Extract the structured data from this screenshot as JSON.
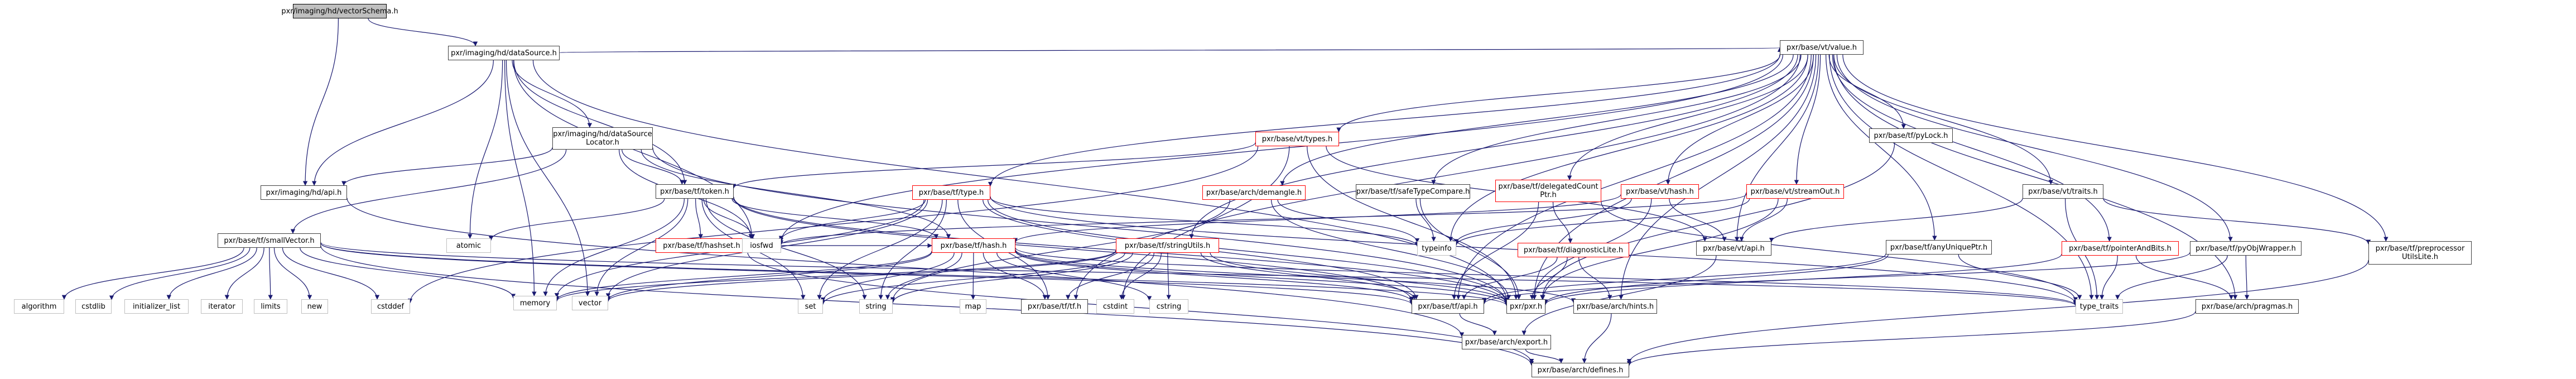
{
  "graph": {
    "title": "pxr/imaging/hd/vectorSchema.h",
    "edge_color": "#191970",
    "node_styles": {
      "root": "#bfbfbf",
      "normal": "#404040",
      "incomplete": "#ff0000",
      "system": "#bfbfbf"
    },
    "nodes": [
      {
        "id": "vectorSchema",
        "label": "pxr/imaging/hd/vectorSchema.h",
        "kind": "root"
      },
      {
        "id": "dataSource",
        "label": "pxr/imaging/hd/dataSource.h",
        "kind": "normal"
      },
      {
        "id": "hdApi",
        "label": "pxr/imaging/hd/api.h",
        "kind": "normal"
      },
      {
        "id": "dsLocator",
        "label": "pxr/imaging/hd/dataSource\nLocator.h",
        "kind": "normal"
      },
      {
        "id": "smallVector",
        "label": "pxr/base/tf/smallVector.h",
        "kind": "normal"
      },
      {
        "id": "token",
        "label": "pxr/base/tf/token.h",
        "kind": "normal"
      },
      {
        "id": "vtValue",
        "label": "pxr/base/vt/value.h",
        "kind": "normal"
      },
      {
        "id": "vtTypes",
        "label": "pxr/base/vt/types.h",
        "kind": "incomplete"
      },
      {
        "id": "tfType",
        "label": "pxr/base/tf/type.h",
        "kind": "incomplete"
      },
      {
        "id": "demangle",
        "label": "pxr/base/arch/demangle.h",
        "kind": "incomplete"
      },
      {
        "id": "safeTypeCompare",
        "label": "pxr/base/tf/safeTypeCompare.h",
        "kind": "normal"
      },
      {
        "id": "delegatedCountPtr",
        "label": "pxr/base/tf/delegatedCount\nPtr.h",
        "kind": "incomplete"
      },
      {
        "id": "vtHash",
        "label": "pxr/base/vt/hash.h",
        "kind": "incomplete"
      },
      {
        "id": "streamOut",
        "label": "pxr/base/vt/streamOut.h",
        "kind": "incomplete"
      },
      {
        "id": "pyLock",
        "label": "pxr/base/tf/pyLock.h",
        "kind": "normal"
      },
      {
        "id": "vtTraits",
        "label": "pxr/base/vt/traits.h",
        "kind": "normal"
      },
      {
        "id": "preprocessorUtilsLite",
        "label": "pxr/base/tf/preprocessor\nUtilsLite.h",
        "kind": "normal"
      },
      {
        "id": "hashset",
        "label": "pxr/base/tf/hashset.h",
        "kind": "incomplete"
      },
      {
        "id": "tfHash",
        "label": "pxr/base/tf/hash.h",
        "kind": "incomplete"
      },
      {
        "id": "stringUtils",
        "label": "pxr/base/tf/stringUtils.h",
        "kind": "incomplete"
      },
      {
        "id": "diagnosticLite",
        "label": "pxr/base/tf/diagnosticLite.h",
        "kind": "incomplete"
      },
      {
        "id": "vtApi",
        "label": "pxr/base/vt/api.h",
        "kind": "normal"
      },
      {
        "id": "anyUniquePtr",
        "label": "pxr/base/tf/anyUniquePtr.h",
        "kind": "normal"
      },
      {
        "id": "pointerAndBits",
        "label": "pxr/base/tf/pointerAndBits.h",
        "kind": "incomplete"
      },
      {
        "id": "pyObjWrapper",
        "label": "pxr/base/tf/pyObjWrapper.h",
        "kind": "normal"
      },
      {
        "id": "atomic",
        "label": "atomic",
        "kind": "system"
      },
      {
        "id": "iosfwd",
        "label": "iosfwd",
        "kind": "system"
      },
      {
        "id": "typeinfo",
        "label": "typeinfo",
        "kind": "system"
      },
      {
        "id": "algorithm",
        "label": "algorithm",
        "kind": "system"
      },
      {
        "id": "cstdlib",
        "label": "cstdlib",
        "kind": "system"
      },
      {
        "id": "initializer_list",
        "label": "initializer_list",
        "kind": "system"
      },
      {
        "id": "iterator",
        "label": "iterator",
        "kind": "system"
      },
      {
        "id": "limits",
        "label": "limits",
        "kind": "system"
      },
      {
        "id": "new",
        "label": "new",
        "kind": "system"
      },
      {
        "id": "cstddef",
        "label": "cstddef",
        "kind": "system"
      },
      {
        "id": "memory",
        "label": "memory",
        "kind": "system"
      },
      {
        "id": "vector",
        "label": "vector",
        "kind": "system"
      },
      {
        "id": "set",
        "label": "set",
        "kind": "system"
      },
      {
        "id": "string",
        "label": "string",
        "kind": "system"
      },
      {
        "id": "map",
        "label": "map",
        "kind": "system"
      },
      {
        "id": "tfTf",
        "label": "pxr/base/tf/tf.h",
        "kind": "normal"
      },
      {
        "id": "cstdint",
        "label": "cstdint",
        "kind": "system"
      },
      {
        "id": "cstring",
        "label": "cstring",
        "kind": "system"
      },
      {
        "id": "tfApi",
        "label": "pxr/base/tf/api.h",
        "kind": "normal"
      },
      {
        "id": "pxrH",
        "label": "pxr/pxr.h",
        "kind": "normal"
      },
      {
        "id": "hints",
        "label": "pxr/base/arch/hints.h",
        "kind": "normal"
      },
      {
        "id": "type_traits",
        "label": "type_traits",
        "kind": "system"
      },
      {
        "id": "pragmas",
        "label": "pxr/base/arch/pragmas.h",
        "kind": "normal"
      },
      {
        "id": "exportH",
        "label": "pxr/base/arch/export.h",
        "kind": "normal"
      },
      {
        "id": "defines",
        "label": "pxr/base/arch/defines.h",
        "kind": "normal"
      }
    ],
    "edges": [
      [
        "vectorSchema",
        "dataSource"
      ],
      [
        "vectorSchema",
        "hdApi"
      ],
      [
        "dataSource",
        "hdApi"
      ],
      [
        "dataSource",
        "dsLocator"
      ],
      [
        "dataSource",
        "token"
      ],
      [
        "dataSource",
        "vtValue"
      ],
      [
        "dataSource",
        "atomic"
      ],
      [
        "dataSource",
        "memory"
      ],
      [
        "dataSource",
        "vector"
      ],
      [
        "dataSource",
        "iosfwd"
      ],
      [
        "dataSource",
        "pxrH"
      ],
      [
        "hdApi",
        "exportH"
      ],
      [
        "dsLocator",
        "hdApi"
      ],
      [
        "dsLocator",
        "smallVector"
      ],
      [
        "dsLocator",
        "token"
      ],
      [
        "dsLocator",
        "tfHash"
      ],
      [
        "dsLocator",
        "iosfwd"
      ],
      [
        "dsLocator",
        "pxrH"
      ],
      [
        "smallVector",
        "algorithm"
      ],
      [
        "smallVector",
        "cstdlib"
      ],
      [
        "smallVector",
        "initializer_list"
      ],
      [
        "smallVector",
        "iterator"
      ],
      [
        "smallVector",
        "limits"
      ],
      [
        "smallVector",
        "new"
      ],
      [
        "smallVector",
        "cstddef"
      ],
      [
        "smallVector",
        "memory"
      ],
      [
        "smallVector",
        "type_traits"
      ],
      [
        "smallVector",
        "pxrH"
      ],
      [
        "smallVector",
        "tfApi"
      ],
      [
        "smallVector",
        "defines"
      ],
      [
        "token",
        "atomic"
      ],
      [
        "token",
        "hashset"
      ],
      [
        "token",
        "iosfwd"
      ],
      [
        "token",
        "tfHash"
      ],
      [
        "token",
        "string"
      ],
      [
        "token",
        "vector"
      ],
      [
        "token",
        "set"
      ],
      [
        "token",
        "pxrH"
      ],
      [
        "token",
        "tfApi"
      ],
      [
        "token",
        "memory"
      ],
      [
        "vtValue",
        "vtTypes"
      ],
      [
        "vtValue",
        "tfType"
      ],
      [
        "vtValue",
        "demangle"
      ],
      [
        "vtValue",
        "safeTypeCompare"
      ],
      [
        "vtValue",
        "delegatedCountPtr"
      ],
      [
        "vtValue",
        "vtHash"
      ],
      [
        "vtValue",
        "streamOut"
      ],
      [
        "vtValue",
        "pyLock"
      ],
      [
        "vtValue",
        "vtTraits"
      ],
      [
        "vtValue",
        "preprocessorUtilsLite"
      ],
      [
        "vtValue",
        "stringUtils"
      ],
      [
        "vtValue",
        "anyUniquePtr"
      ],
      [
        "vtValue",
        "pointerAndBits"
      ],
      [
        "vtValue",
        "pyObjWrapper"
      ],
      [
        "vtValue",
        "vtApi"
      ],
      [
        "vtValue",
        "pxrH"
      ],
      [
        "vtValue",
        "tfTf"
      ],
      [
        "vtValue",
        "typeinfo"
      ],
      [
        "vtValue",
        "iosfwd"
      ],
      [
        "vtValue",
        "type_traits"
      ],
      [
        "vtValue",
        "hints"
      ],
      [
        "vtValue",
        "pragmas"
      ],
      [
        "vtValue",
        "tfApi"
      ],
      [
        "vtTypes",
        "token"
      ],
      [
        "vtTypes",
        "vtApi"
      ],
      [
        "vtTypes",
        "pxrH"
      ],
      [
        "vtTypes",
        "cstddef"
      ],
      [
        "vtTypes",
        "cstdint"
      ],
      [
        "tfType",
        "tfTf"
      ],
      [
        "tfType",
        "iosfwd"
      ],
      [
        "tfType",
        "memory"
      ],
      [
        "tfType",
        "set"
      ],
      [
        "tfType",
        "string"
      ],
      [
        "tfType",
        "typeinfo"
      ],
      [
        "tfType",
        "vector"
      ],
      [
        "tfType",
        "tfApi"
      ],
      [
        "tfType",
        "pxrH"
      ],
      [
        "tfType",
        "type_traits"
      ],
      [
        "demangle",
        "typeinfo"
      ],
      [
        "demangle",
        "string"
      ],
      [
        "demangle",
        "pxrH"
      ],
      [
        "safeTypeCompare",
        "typeinfo"
      ],
      [
        "safeTypeCompare",
        "pxrH"
      ],
      [
        "delegatedCountPtr",
        "diagnosticLite"
      ],
      [
        "delegatedCountPtr",
        "tfApi"
      ],
      [
        "delegatedCountPtr",
        "type_traits"
      ],
      [
        "vtHash",
        "tfHash"
      ],
      [
        "vtHash",
        "vtApi"
      ],
      [
        "vtHash",
        "typeinfo"
      ],
      [
        "vtHash",
        "pxrH"
      ],
      [
        "streamOut",
        "vtApi"
      ],
      [
        "streamOut",
        "iosfwd"
      ],
      [
        "streamOut",
        "typeinfo"
      ],
      [
        "streamOut",
        "pxrH"
      ],
      [
        "pyLock",
        "pxrH"
      ],
      [
        "vtTraits",
        "vtApi"
      ],
      [
        "vtTraits",
        "preprocessorUtilsLite"
      ],
      [
        "vtTraits",
        "type_traits"
      ],
      [
        "preprocessorUtilsLite",
        "defines"
      ],
      [
        "hashset",
        "tfHash"
      ],
      [
        "hashset",
        "defines"
      ],
      [
        "tfHash",
        "set"
      ],
      [
        "tfHash",
        "string"
      ],
      [
        "tfHash",
        "map"
      ],
      [
        "tfHash",
        "tfTf"
      ],
      [
        "tfHash",
        "cstring"
      ],
      [
        "tfHash",
        "vector"
      ],
      [
        "tfHash",
        "memory"
      ],
      [
        "tfHash",
        "type_traits"
      ],
      [
        "tfHash",
        "tfApi"
      ],
      [
        "tfHash",
        "hints"
      ],
      [
        "tfHash",
        "pxrH"
      ],
      [
        "stringUtils",
        "tfTf"
      ],
      [
        "stringUtils",
        "cstring"
      ],
      [
        "stringUtils",
        "cstdint"
      ],
      [
        "stringUtils",
        "string"
      ],
      [
        "stringUtils",
        "set"
      ],
      [
        "stringUtils",
        "vector"
      ],
      [
        "stringUtils",
        "memory"
      ],
      [
        "stringUtils",
        "tfApi"
      ],
      [
        "stringUtils",
        "pxrH"
      ],
      [
        "diagnosticLite",
        "tfApi"
      ],
      [
        "diagnosticLite",
        "pxrH"
      ],
      [
        "diagnosticLite",
        "hints"
      ],
      [
        "vtApi",
        "exportH"
      ],
      [
        "anyUniquePtr",
        "type_traits"
      ],
      [
        "anyUniquePtr",
        "tfApi"
      ],
      [
        "anyUniquePtr",
        "pxrH"
      ],
      [
        "pointerAndBits",
        "type_traits"
      ],
      [
        "pointerAndBits",
        "pragmas"
      ],
      [
        "pointerAndBits",
        "pxrH"
      ],
      [
        "pyObjWrapper",
        "pragmas"
      ],
      [
        "pyObjWrapper",
        "type_traits"
      ],
      [
        "pyObjWrapper",
        "tfApi"
      ],
      [
        "tfApi",
        "exportH"
      ],
      [
        "hints",
        "defines"
      ],
      [
        "exportH",
        "defines"
      ],
      [
        "pragmas",
        "defines"
      ]
    ]
  }
}
